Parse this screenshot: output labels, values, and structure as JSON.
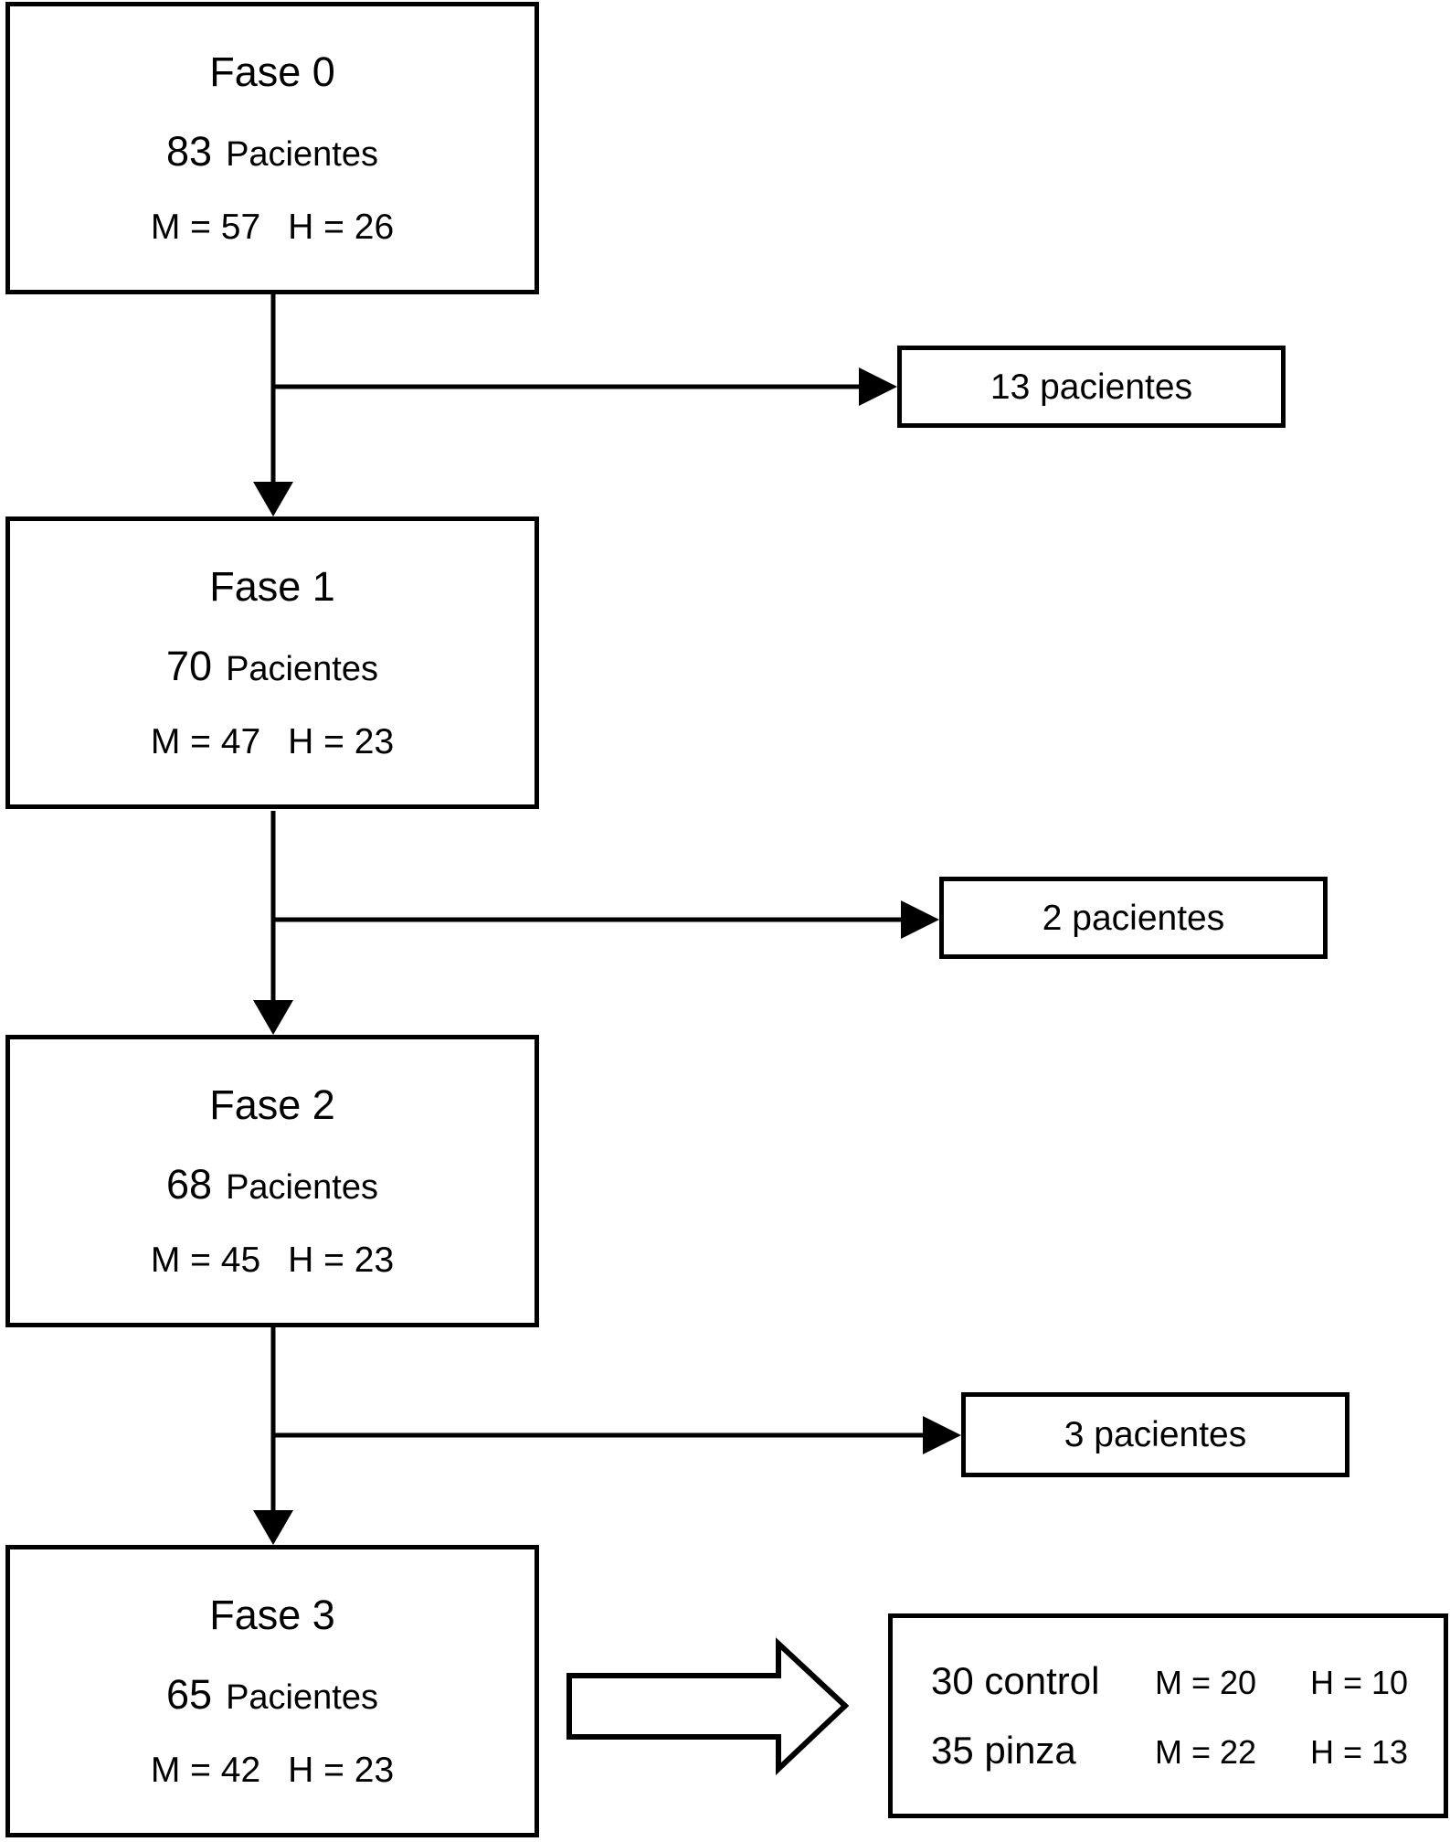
{
  "flowchart": {
    "phases": [
      {
        "title": "Fase 0",
        "count": "83",
        "count_label": "Pacientes",
        "m": "M = 57",
        "h": "H = 26"
      },
      {
        "title": "Fase 1",
        "count": "70",
        "count_label": "Pacientes",
        "m": "M = 47",
        "h": "H = 23"
      },
      {
        "title": "Fase 2",
        "count": "68",
        "count_label": "Pacientes",
        "m": "M = 45",
        "h": "H = 23"
      },
      {
        "title": "Fase 3",
        "count": "65",
        "count_label": "Pacientes",
        "m": "M = 42",
        "h": "H = 23"
      }
    ],
    "exclusions": [
      {
        "label": "13 pacientes"
      },
      {
        "label": "2 pacientes"
      },
      {
        "label": "3 pacientes"
      }
    ],
    "allocation": [
      {
        "group": "30 control",
        "m": "M = 20",
        "h": "H = 10"
      },
      {
        "group": "35 pinza",
        "m": "M = 22",
        "h": "H = 13"
      }
    ],
    "colors": {
      "line": "#000000",
      "background": "#ffffff"
    }
  }
}
